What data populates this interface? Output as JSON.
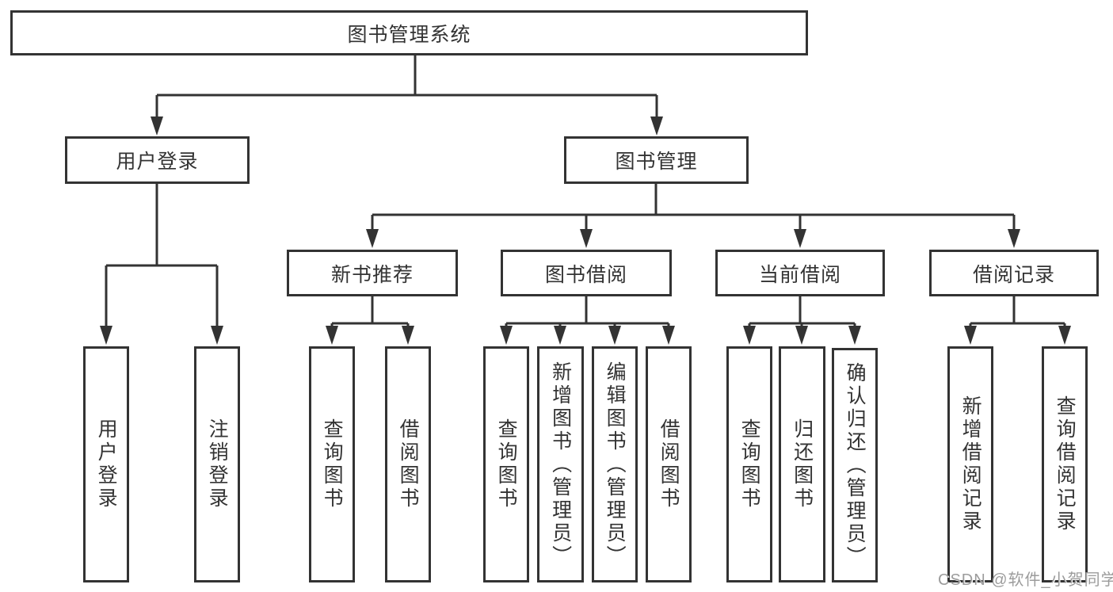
{
  "colors": {
    "line": "#333333",
    "box_border": "#333333",
    "text": "#333333",
    "background": "#ffffff",
    "watermark": "#9c9c9c"
  },
  "watermark": {
    "text": "CSDN @软件_小贺同学"
  },
  "tree": {
    "label": "图书管理系统",
    "children": [
      {
        "label": "用户登录",
        "children": [
          {
            "label": "用户登录"
          },
          {
            "label": "注销登录"
          }
        ]
      },
      {
        "label": "图书管理",
        "children": [
          {
            "label": "新书推荐",
            "children": [
              {
                "label": "查询图书"
              },
              {
                "label": "借阅图书"
              }
            ]
          },
          {
            "label": "图书借阅",
            "children": [
              {
                "label": "查询图书"
              },
              {
                "label": "新增图书（管理员）"
              },
              {
                "label": "编辑图书（管理员）"
              },
              {
                "label": "借阅图书"
              }
            ]
          },
          {
            "label": "当前借阅",
            "children": [
              {
                "label": "查询图书"
              },
              {
                "label": "归还图书"
              },
              {
                "label": "确认归还（管理员）"
              }
            ]
          },
          {
            "label": "借阅记录",
            "children": [
              {
                "label": "新增借阅记录"
              },
              {
                "label": "查询借阅记录"
              }
            ]
          }
        ]
      }
    ]
  }
}
